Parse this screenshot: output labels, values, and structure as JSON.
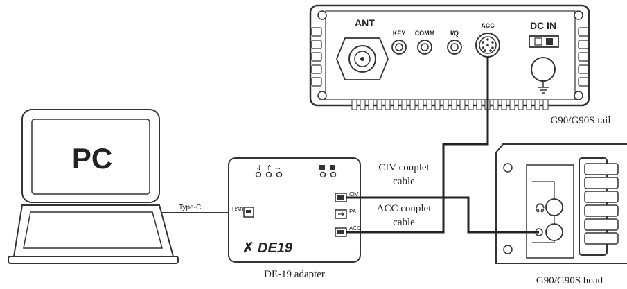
{
  "pc": {
    "label": "PC"
  },
  "radio_tail": {
    "caption": "G90/G90S tail",
    "ports": {
      "ant": "ANT",
      "key": "KEY",
      "comm": "COMM",
      "iq": "I/Q",
      "acc": "ACC",
      "dc_in": "DC IN"
    }
  },
  "radio_head": {
    "caption": "G90/G90S head"
  },
  "adapter": {
    "caption": "DE-19 adapter",
    "logo": "DE19",
    "ports": {
      "usb": "USB",
      "civ": "CIV",
      "pa": "PA",
      "acc": "ACC"
    }
  },
  "cables": {
    "type_c": "Type-C",
    "civ_cable_line1": "CIV couplet",
    "civ_cable_line2": "cable",
    "acc_cable_line1": "ACC couplet",
    "acc_cable_line2": "cable"
  }
}
